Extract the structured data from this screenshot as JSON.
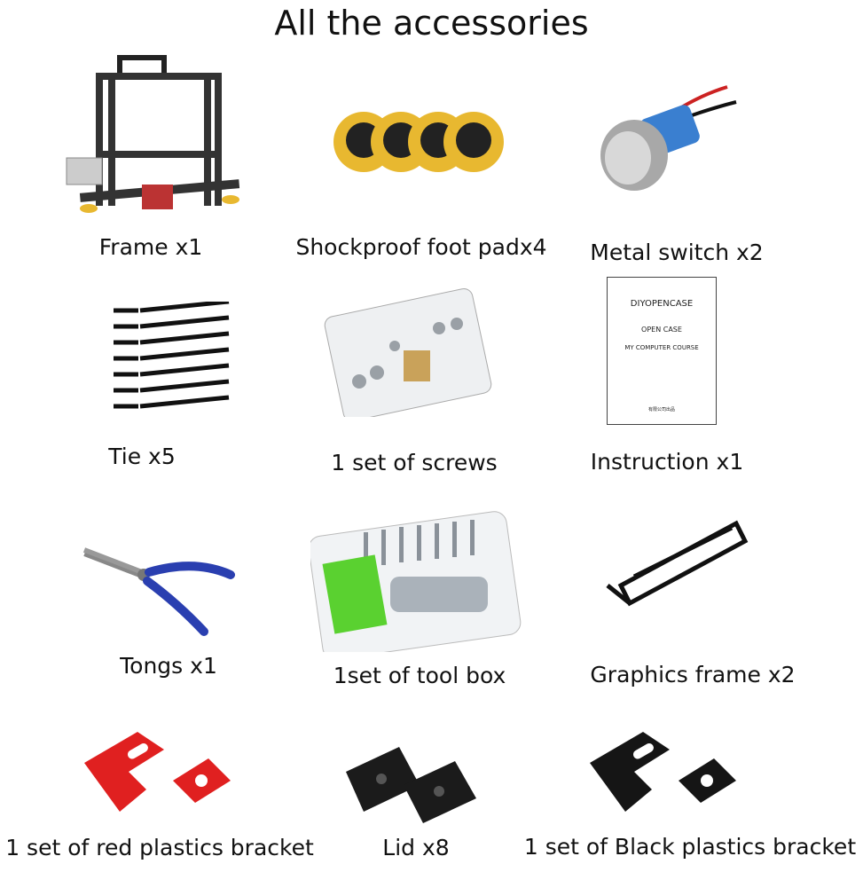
{
  "title": "All the accessories",
  "items": [
    {
      "label": "Frame x1",
      "icon": "frame-image"
    },
    {
      "label": "Shockproof foot padx4",
      "icon": "foot-pad-image"
    },
    {
      "label": "Metal switch x2",
      "icon": "metal-switch-image"
    },
    {
      "label": "Tie x5",
      "icon": "cable-tie-image"
    },
    {
      "label": "1 set of screws",
      "icon": "screws-box-image"
    },
    {
      "label": "Instruction x1",
      "icon": "instruction-booklet-image"
    },
    {
      "label": "Tongs x1",
      "icon": "pliers-image"
    },
    {
      "label": "1set of tool box",
      "icon": "tool-box-image"
    },
    {
      "label": "Graphics frame x2",
      "icon": "graphics-frame-image"
    },
    {
      "label": "1 set of red plastics bracket",
      "icon": "red-bracket-image"
    },
    {
      "label": "Lid x8",
      "icon": "lid-image"
    },
    {
      "label": "1 set of Black plastics bracket",
      "icon": "black-bracket-image"
    }
  ],
  "booklet": {
    "brand": "DIYOPENCASE",
    "line1": "OPEN CASE",
    "line2": "MY COMPUTER COURSE",
    "footer": "有限公司出品"
  },
  "colors": {
    "pad": "#e8b830",
    "red_bracket": "#e02020",
    "pliers_handle": "#2a3fb0"
  }
}
